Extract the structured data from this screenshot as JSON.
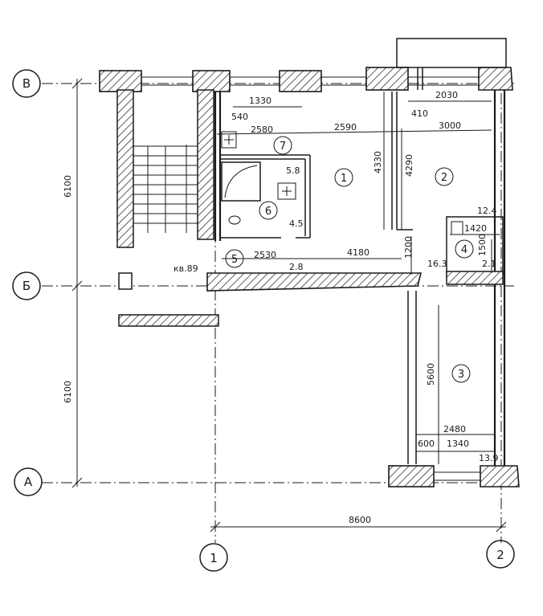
{
  "axes": {
    "row_v": "В",
    "row_b": "Б",
    "row_a": "А",
    "col_1": "1",
    "col_2": "2"
  },
  "rooms": {
    "r1": "1",
    "r2": "2",
    "r3": "3",
    "r4": "4",
    "r5": "5",
    "r6": "6",
    "r7": "7"
  },
  "dimensions": {
    "d1330": "1330",
    "d540": "540",
    "d2580": "2580",
    "d2590": "2590",
    "d3000": "3000",
    "d2030": "2030",
    "d410": "410",
    "d4330": "4330",
    "d4290": "4290",
    "d6100_top": "6100",
    "d6100_bottom": "6100",
    "d5_8": "5.8",
    "d4_5": "4.5",
    "d12_4": "12.4",
    "d1420": "1420",
    "d1500": "1500",
    "d2_1": "2.1",
    "d1200": "1200",
    "d16_3": "16.3",
    "d2530": "2530",
    "d2_8": "2.8",
    "d4180": "4180",
    "kv": "кв.89",
    "d5600": "5600",
    "d2480": "2480",
    "d600": "600",
    "d1340": "1340",
    "d13_9": "13.9",
    "d8600": "8600"
  }
}
